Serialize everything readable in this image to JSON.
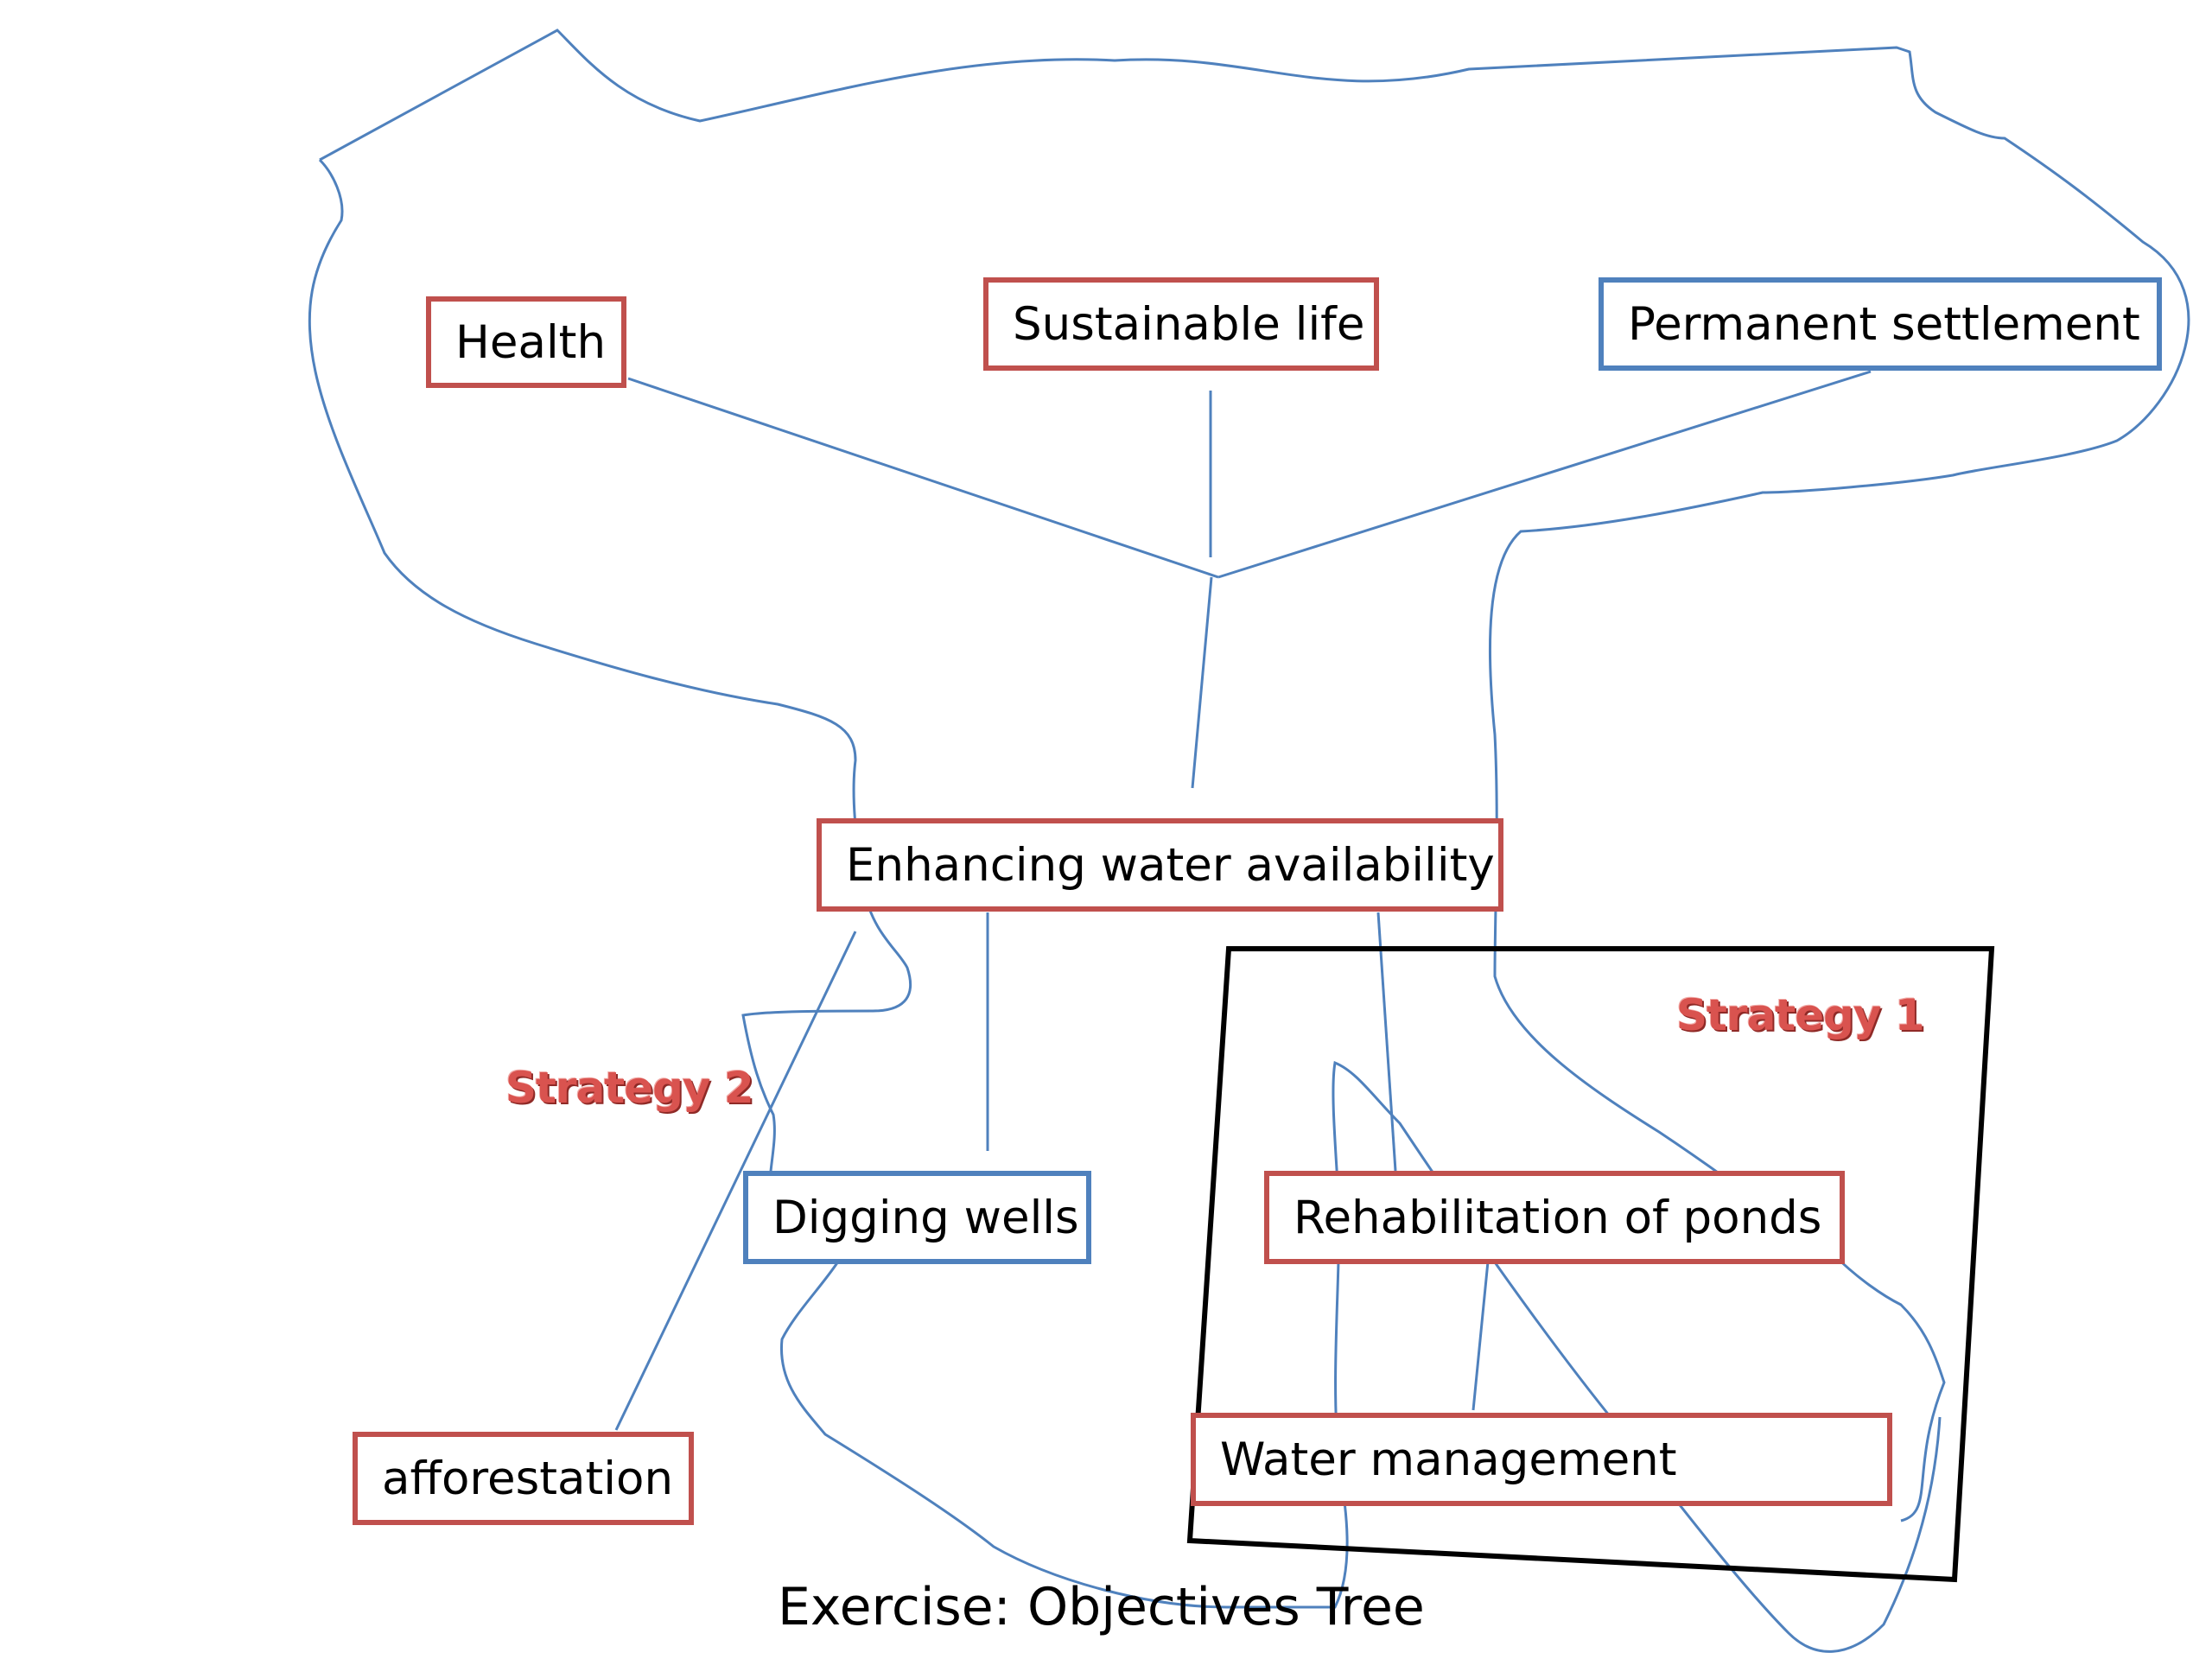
{
  "diagram": {
    "nodes": {
      "health": "Health",
      "sustainable_life": "Sustainable life",
      "permanent_settlement": "Permanent settlement",
      "enhancing_water": "Enhancing water availability",
      "digging_wells": "Digging wells",
      "rehabilitation_ponds": "Rehabilitation of ponds",
      "water_management": "Water management",
      "afforestation": "afforestation"
    },
    "strategies": {
      "strategy_1": "Strategy 1",
      "strategy_2": "Strategy 2"
    },
    "caption": "Exercise: Objectives Tree",
    "colors": {
      "red_border": "#c0504d",
      "blue_border": "#4f81bd",
      "connector": "#4f81bd",
      "strategy_text": "#d9534f",
      "frame": "#000000"
    }
  }
}
